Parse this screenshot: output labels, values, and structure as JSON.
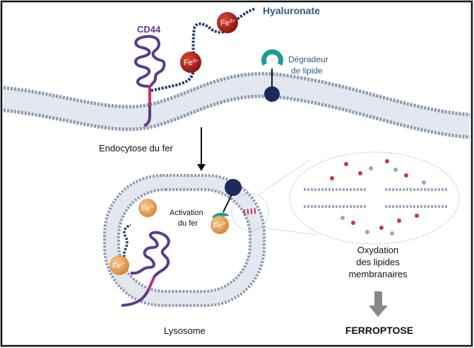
{
  "labels": {
    "cd44": "CD44",
    "hyaluronate": "Hyaluronate",
    "degrader_line1": "Dégradeur",
    "degrader_line2": "de lipide",
    "endocytosis": "Endocytose du fer",
    "activation_line1": "Activation",
    "activation_line2": "du fer",
    "oxidation_line1": "Oxydation",
    "oxidation_line2": "des lipides",
    "oxidation_line3": "membranaires",
    "lysosome": "Lysosome",
    "ferroptosis": "FERROPTOSE"
  },
  "iron": {
    "fe3_base": "Fe",
    "fe3_sup": "3+",
    "fe2_base": "Fe",
    "fe2_sup": "2+"
  },
  "colors": {
    "cd44": "#5b3a8c",
    "cd44_tm": "#c2306e",
    "hyaluronate": "#1f3a66",
    "fe3": "#b31d1d",
    "fe2": "#e8a25a",
    "degrader": "#1e9c8f",
    "anchor": "#1d2a5c",
    "membrane": "#9aa8bd",
    "label_blue": "#2b5b88",
    "oxidized": "#c0384a"
  }
}
